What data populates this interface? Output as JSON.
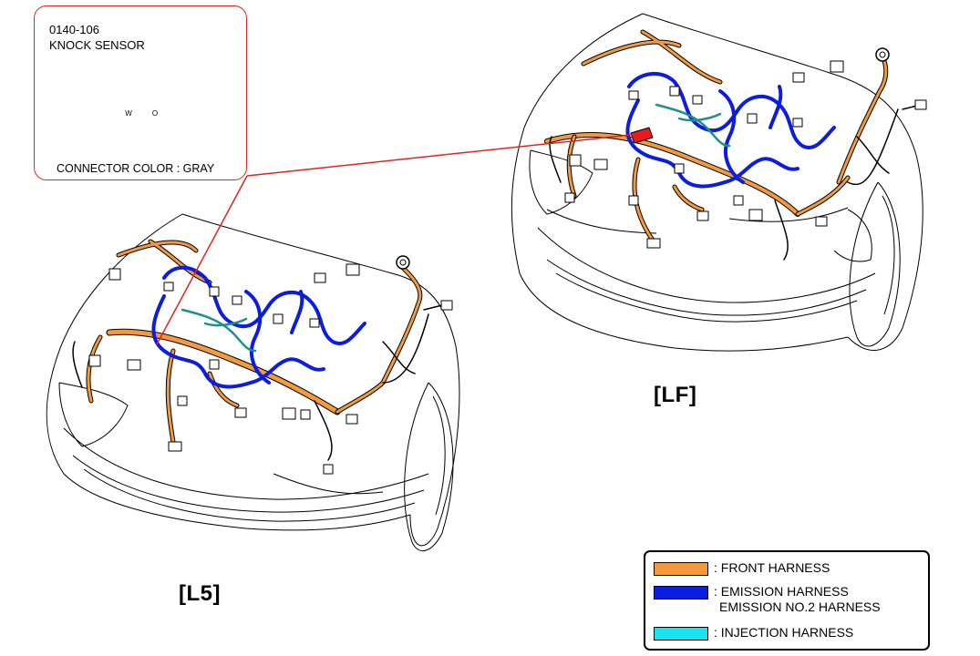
{
  "callout": {
    "code": "0140-106",
    "name": "KNOCK SENSOR",
    "connector_color": "CONNECTOR COLOR : GRAY",
    "pin_left": "W",
    "pin_right": "O"
  },
  "views": {
    "lf": "[LF]",
    "l5": "[L5]"
  },
  "legend": {
    "items": [
      {
        "label": ": FRONT HARNESS",
        "color": "#f39a3e"
      },
      {
        "label": ": EMISSION HARNESS",
        "label2": "EMISSION NO.2 HARNESS",
        "color": "#0b1ee0"
      },
      {
        "label": ": INJECTION HARNESS",
        "color": "#18e4f0"
      }
    ]
  },
  "colors": {
    "front": "#f39a3e",
    "emission": "#0b1ee0",
    "injection": "#1f8f8a",
    "callout": "#e0251f",
    "highlight": "#e8191f"
  }
}
